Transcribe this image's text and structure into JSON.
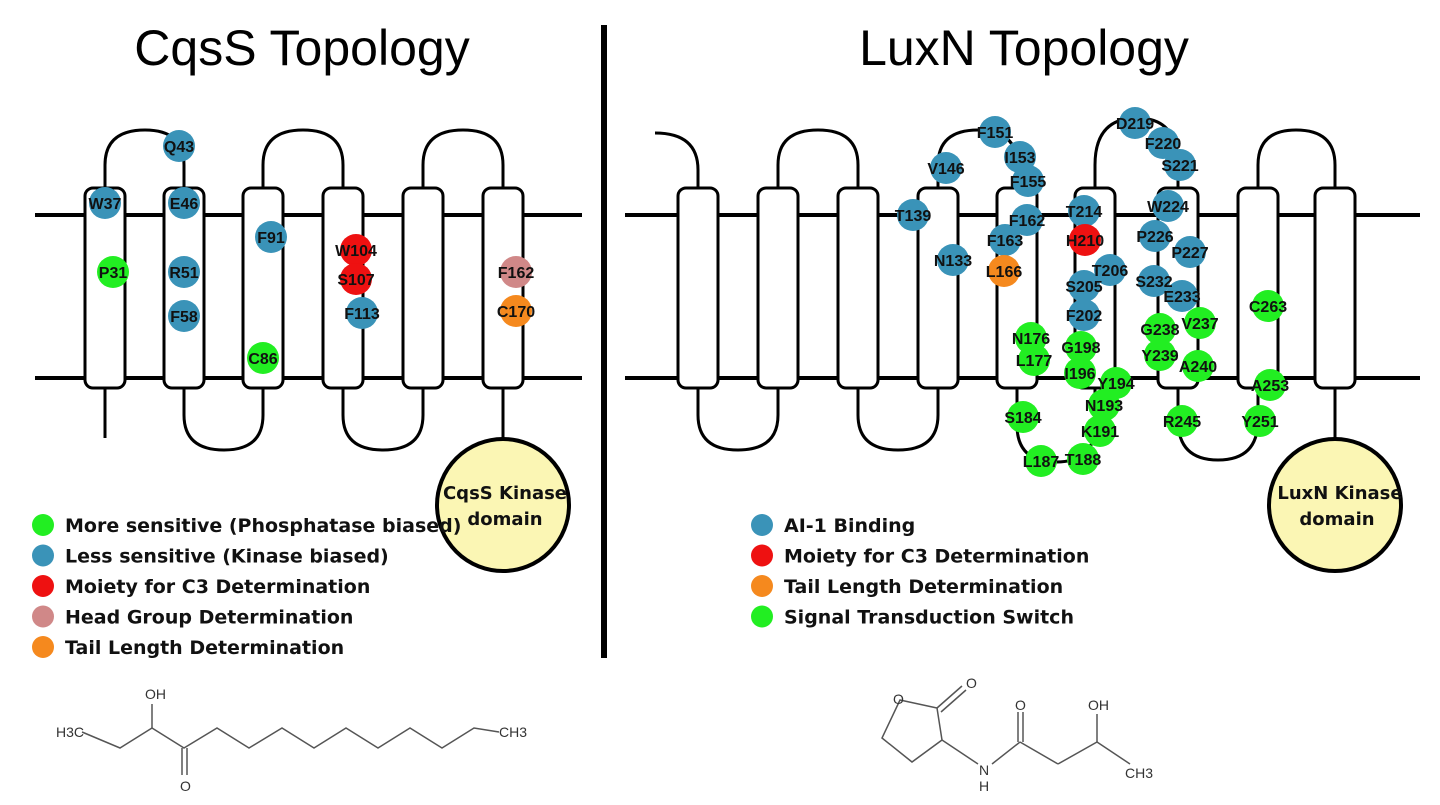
{
  "panels": {
    "cqss": {
      "title": "CqsS Topology",
      "kinase_label": [
        "CqsS Kinase",
        "domain"
      ],
      "legend": [
        {
          "label": "More sensitive (Phosphatase biased)",
          "color": "#22ee22"
        },
        {
          "label": "Less sensitive (Kinase biased)",
          "color": "#3a93b8"
        },
        {
          "label": "Moiety for C3 Determination",
          "color": "#ee1111"
        },
        {
          "label": "Head Group Determination",
          "color": "#d08888"
        },
        {
          "label": "Tail Length Determination",
          "color": "#f5891e"
        }
      ],
      "residues": [
        {
          "name": "Q43",
          "type": "less"
        },
        {
          "name": "W37",
          "type": "less"
        },
        {
          "name": "E46",
          "type": "less"
        },
        {
          "name": "P31",
          "type": "more"
        },
        {
          "name": "R51",
          "type": "less"
        },
        {
          "name": "F58",
          "type": "less"
        },
        {
          "name": "F91",
          "type": "less"
        },
        {
          "name": "C86",
          "type": "more"
        },
        {
          "name": "W104",
          "type": "moiety"
        },
        {
          "name": "S107",
          "type": "moiety"
        },
        {
          "name": "F113",
          "type": "less"
        },
        {
          "name": "F162",
          "type": "head"
        },
        {
          "name": "C170",
          "type": "tail"
        }
      ],
      "molecule": {
        "left_group": "H3C",
        "hydroxyl": "OH",
        "carbonyl": "O",
        "right_group": "CH3"
      }
    },
    "luxn": {
      "title": "LuxN Topology",
      "kinase_label": [
        "LuxN Kinase",
        "domain"
      ],
      "legend": [
        {
          "label": "AI-1 Binding",
          "color": "#3a93b8"
        },
        {
          "label": "Moiety for C3 Determination",
          "color": "#ee1111"
        },
        {
          "label": "Tail Length Determination",
          "color": "#f5891e"
        },
        {
          "label": "Signal Transduction Switch",
          "color": "#22ee22"
        }
      ],
      "residues": [
        {
          "name": "F151",
          "type": "binding"
        },
        {
          "name": "I153",
          "type": "binding"
        },
        {
          "name": "V146",
          "type": "binding"
        },
        {
          "name": "F155",
          "type": "binding"
        },
        {
          "name": "T139",
          "type": "binding"
        },
        {
          "name": "F162",
          "type": "binding"
        },
        {
          "name": "F163",
          "type": "binding"
        },
        {
          "name": "N133",
          "type": "binding"
        },
        {
          "name": "L166",
          "type": "tail"
        },
        {
          "name": "D219",
          "type": "binding"
        },
        {
          "name": "F220",
          "type": "binding"
        },
        {
          "name": "S221",
          "type": "binding"
        },
        {
          "name": "T214",
          "type": "binding"
        },
        {
          "name": "H210",
          "type": "moiety"
        },
        {
          "name": "W224",
          "type": "binding"
        },
        {
          "name": "P226",
          "type": "binding"
        },
        {
          "name": "P227",
          "type": "binding"
        },
        {
          "name": "T206",
          "type": "binding"
        },
        {
          "name": "S205",
          "type": "binding"
        },
        {
          "name": "S232",
          "type": "binding"
        },
        {
          "name": "E233",
          "type": "binding"
        },
        {
          "name": "F202",
          "type": "binding"
        },
        {
          "name": "C263",
          "type": "switch"
        },
        {
          "name": "G238",
          "type": "switch"
        },
        {
          "name": "V237",
          "type": "switch"
        },
        {
          "name": "N176",
          "type": "switch"
        },
        {
          "name": "G198",
          "type": "switch"
        },
        {
          "name": "Y239",
          "type": "switch"
        },
        {
          "name": "L177",
          "type": "switch"
        },
        {
          "name": "A240",
          "type": "switch"
        },
        {
          "name": "I196",
          "type": "switch"
        },
        {
          "name": "Y194",
          "type": "switch"
        },
        {
          "name": "A253",
          "type": "switch"
        },
        {
          "name": "N193",
          "type": "switch"
        },
        {
          "name": "S184",
          "type": "switch"
        },
        {
          "name": "R245",
          "type": "switch"
        },
        {
          "name": "Y251",
          "type": "switch"
        },
        {
          "name": "K191",
          "type": "switch"
        },
        {
          "name": "L187",
          "type": "switch"
        },
        {
          "name": "T188",
          "type": "switch"
        }
      ],
      "molecule": {
        "ring_oxygen": "O",
        "ring_carbonyl": "O",
        "amide_carbonyl": "O",
        "hydroxyl": "OH",
        "amine": "N",
        "amine_h": "H",
        "terminal": "CH3"
      }
    }
  },
  "colors": {
    "more": "#22ee22",
    "less": "#3a93b8",
    "moiety": "#ee1111",
    "head": "#d08888",
    "tail": "#f5891e",
    "binding": "#3a93b8",
    "switch": "#22ee22",
    "kinase_fill": "#fbf6b4"
  }
}
